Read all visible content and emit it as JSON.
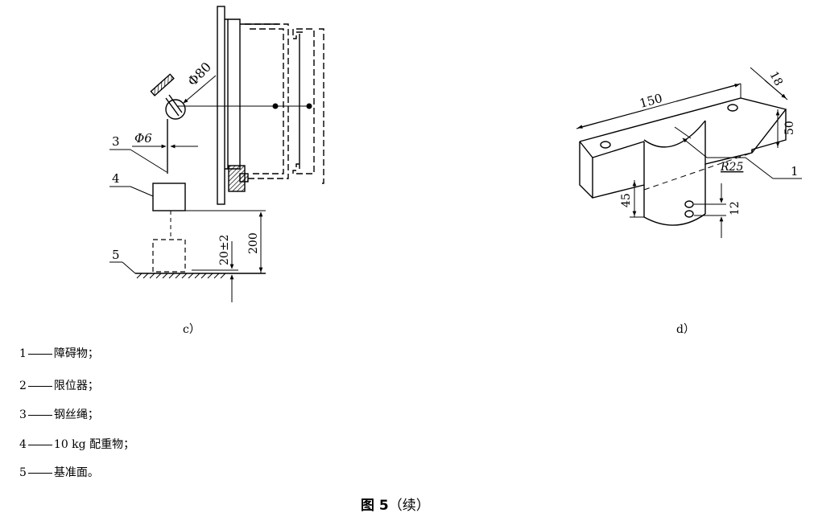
{
  "diagram_c": {
    "caption": "c）",
    "callouts": [
      "3",
      "4",
      "5"
    ],
    "dims": {
      "phi80": "Φ80",
      "phi6": "Φ6",
      "d200": "200",
      "d20": "20±2"
    }
  },
  "diagram_d": {
    "caption": "d）",
    "callouts": [
      "1"
    ],
    "dims": {
      "d150": "150",
      "d18": "18",
      "d50": "50",
      "r25": "R25",
      "d45": "45",
      "d12": "12"
    }
  },
  "legend": [
    {
      "num": "1",
      "text": "障碍物；"
    },
    {
      "num": "2",
      "text": "限位器；"
    },
    {
      "num": "3",
      "text": "钢丝绳；"
    },
    {
      "num": "4",
      "text": "10 kg 配重物；"
    },
    {
      "num": "5",
      "text": "基准面。"
    }
  ],
  "figure_title": {
    "label": "图 5",
    "suffix": "（续）"
  }
}
